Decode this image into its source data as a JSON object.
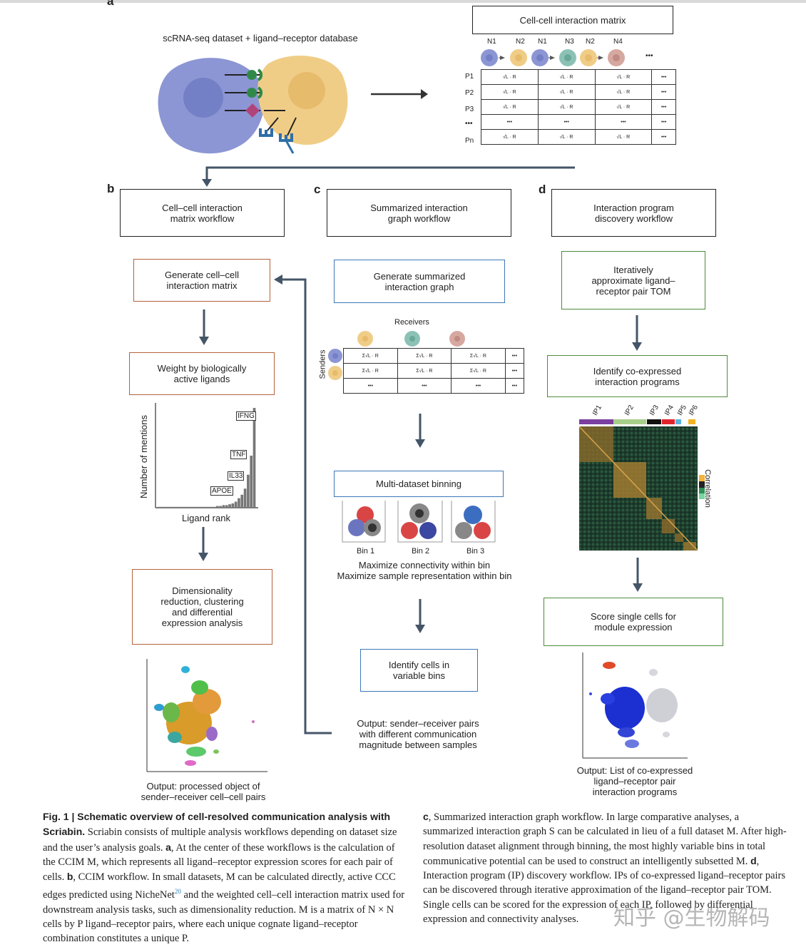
{
  "panels": {
    "a": {
      "label": "a",
      "dataset_title": "scRNA-seq dataset + ligand–receptor database",
      "matrix_title": "Cell-cell interaction matrix",
      "cell_headers": [
        "N1",
        "N2",
        "N1",
        "N3",
        "N2",
        "N4",
        "•••"
      ],
      "row_labels": [
        "P1",
        "P2",
        "P3",
        "•••",
        "Pn"
      ],
      "cell_formula": "√L · R",
      "ellipsis": "•••"
    },
    "b": {
      "label": "b",
      "header": "Cell–cell interaction\nmatrix workflow",
      "step1": "Generate cell–cell\ninteraction matrix",
      "step2": "Weight by biologically\nactive ligands",
      "chart_ylabel": "Number of mentions",
      "chart_xlabel": "Ligand rank",
      "step3": "Dimensionality\nreduction, clustering\nand differential\nexpression analysis",
      "output": "Output: processed object of\nsender–receiver cell–cell pairs"
    },
    "c": {
      "label": "c",
      "header": "Summarized interaction\ngraph workflow",
      "step1": "Generate summarized\ninteraction graph",
      "receivers": "Receivers",
      "senders": "Senders",
      "sum_formula": "Σ√L · R",
      "step2": "Multi-dataset binning",
      "bins": [
        "Bin 1",
        "Bin 2",
        "Bin 3"
      ],
      "bin_text": "Maximize connectivity within bin\nMaximize sample representation within bin",
      "step3": "Identify cells in\nvariable bins",
      "output": "Output: sender–receiver pairs\nwith different communication\nmagnitude between samples"
    },
    "d": {
      "label": "d",
      "header": "Interaction program\ndiscovery workflow",
      "step1": "Iteratively\napproximate ligand–\nreceptor pair TOM",
      "step2": "Identify co-expressed\ninteraction programs",
      "ip_labels": [
        "IP1",
        "IP2",
        "IP3",
        "IP4",
        "IP5",
        "IP6"
      ],
      "ip_colors": [
        "#7b3fa0",
        "#a8cf8a",
        "#111111",
        "#e0242b",
        "#5ab4e0",
        "#f3b320"
      ],
      "correlation_label": "Correlation",
      "step3": "Score single cells for\nmodule expression",
      "output": "Output: List of co-expressed\nligand–receptor pair\ninteraction programs"
    }
  },
  "chart_data": {
    "type": "bar",
    "xlabel": "Ligand rank",
    "ylabel": "Number of mentions",
    "annotations": [
      "APOE",
      "IL33",
      "TNF",
      "IFNG"
    ],
    "values": [
      1,
      1,
      1,
      1,
      1,
      1,
      1,
      1,
      1,
      1,
      1,
      1,
      1,
      1,
      1,
      1,
      1,
      1,
      1,
      2,
      2,
      3,
      3,
      4,
      5,
      7,
      11,
      15,
      22,
      38,
      60,
      115
    ]
  },
  "caption": {
    "left_bold": "Fig. 1 | Schematic overview of cell-resolved communication analysis with Scriabin.",
    "left_text": " Scriabin consists of multiple analysis workflows depending on dataset size and the user’s analysis goals. ",
    "left_a": "a",
    "left_text2": ", At the center of these workflows is the calculation of the CCIM M, which represents all ligand–receptor expression scores for each pair of cells. ",
    "left_b": "b",
    "left_text3": ", CCIM workflow. In small datasets, M can be calculated directly, active CCC edges predicted using NicheNet",
    "left_ref": "20",
    "left_text4": " and the weighted cell–cell interaction matrix used for downstream analysis tasks, such as dimensionality reduction. M is a matrix of N × N cells by P ligand–receptor pairs, where each unique cognate ligand–receptor combination constitutes a unique P.",
    "right_c": "c",
    "right_text": ", Summarized interaction graph workflow. In large comparative analyses, a summarized interaction graph S can be calculated in lieu of a full dataset M. After high-resolution dataset alignment through binning, the most highly variable bins in total communicative potential can be used to construct an intelligently subsetted M. ",
    "right_d": "d",
    "right_text2": ", Interaction program (IP) discovery workflow. IPs of co-expressed ligand–receptor pairs can be discovered through iterative approximation of the ligand–receptor pair TOM. Single cells can be scored for the expression of each IP, followed by differential expression and connectivity analyses."
  },
  "watermark": "知乎 @生物解码"
}
